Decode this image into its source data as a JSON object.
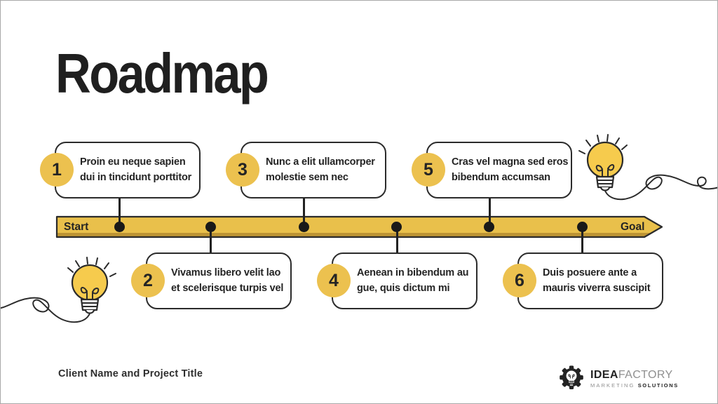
{
  "slide": {
    "title": "Roadmap",
    "footer": "Client Name and Project Title"
  },
  "timeline": {
    "start_label": "Start",
    "goal_label": "Goal"
  },
  "steps": [
    {
      "number": "1",
      "line1": "Proin eu neque sapien",
      "line2": "dui in tincidunt porttitor",
      "position": "above"
    },
    {
      "number": "2",
      "line1": "Vivamus libero velit lao",
      "line2": "et scelerisque turpis vel",
      "position": "below"
    },
    {
      "number": "3",
      "line1": "Nunc a elit ullamcorper",
      "line2": "molestie sem nec",
      "position": "above"
    },
    {
      "number": "4",
      "line1": "Aenean in bibendum au",
      "line2": "gue, quis dictum mi",
      "position": "below"
    },
    {
      "number": "5",
      "line1": "Cras vel magna sed eros",
      "line2": "bibendum accumsan",
      "position": "above"
    },
    {
      "number": "6",
      "line1": "Duis posuere ante a",
      "line2": "mauris viverra suscipit",
      "position": "below"
    }
  ],
  "logo": {
    "name_bold": "IDEA",
    "name_light": "FACTORY",
    "tagline_light": "MARKETING",
    "tagline_bold": "SOLUTIONS"
  },
  "icons": {
    "decoration_top_right": "lightbulb-doodle-icon",
    "decoration_bottom_left": "lightbulb-doodle-icon",
    "logo_mark": "gear-lightbulb-icon"
  },
  "colors": {
    "accent_yellow": "#ecc14f",
    "bar_yellow": "#e9c04b",
    "bar_shadow": "#bd9434",
    "bulb_yellow": "#f6cb4d",
    "dark": "#242424",
    "outline": "#2b2b2b",
    "logo_gray": "#8f8f8f"
  }
}
